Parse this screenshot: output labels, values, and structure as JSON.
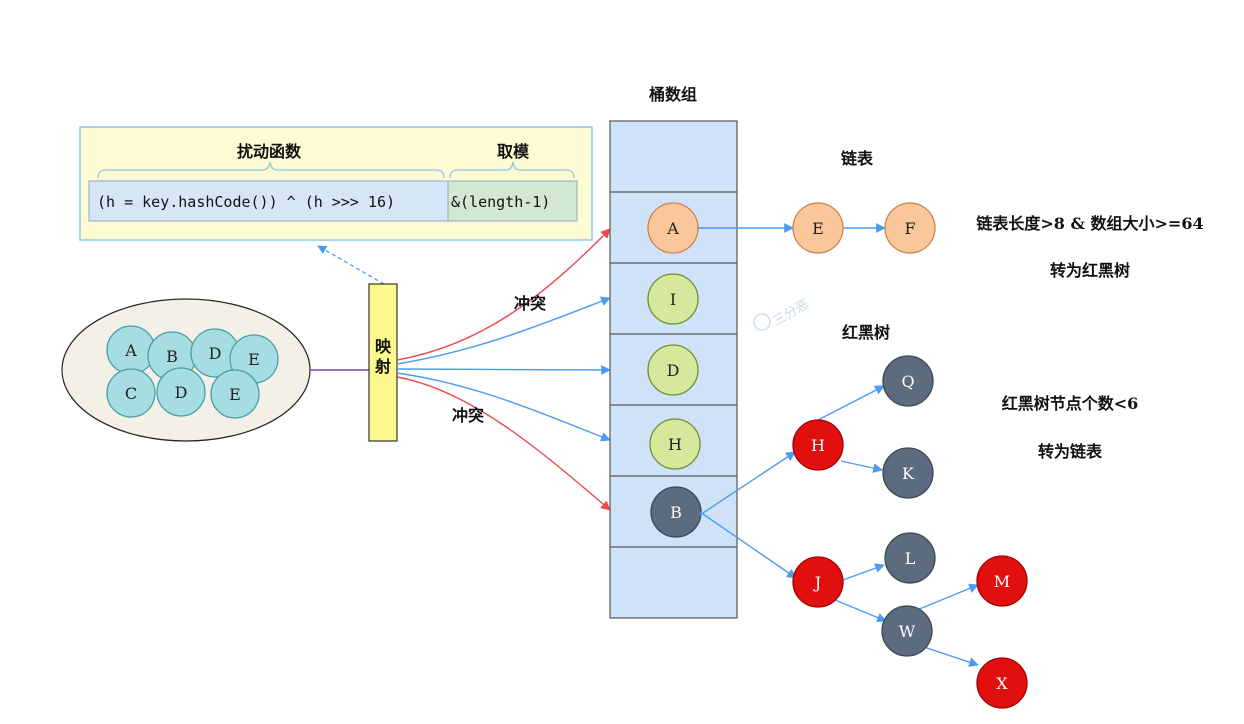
{
  "labels": {
    "bucket_array": "桶数组",
    "linked_list": "链表",
    "red_black_tree": "红黑树",
    "conflict_top": "冲突",
    "conflict_bottom": "冲突",
    "mapping": "映射",
    "treeify_line1": "链表长度>8 & 数组大小>=64",
    "treeify_line2": "转为红黑树",
    "untreeify_line1": "红黑树节点个数<6",
    "untreeify_line2": "转为链表",
    "watermark": "三分恶"
  },
  "hash_box": {
    "perturb_label": "扰动函数",
    "modulo_label": "取模",
    "perturb_formula": "(h = key.hashCode()) ^ (h >>> 16)",
    "modulo_formula": "&(length-1)"
  },
  "key_set": [
    "A",
    "B",
    "D",
    "E",
    "C",
    "D",
    "E"
  ],
  "buckets": [
    "A",
    "I",
    "D",
    "H",
    "B"
  ],
  "list_nodes": [
    "E",
    "F"
  ],
  "tree_nodes": {
    "H": "H",
    "Q": "Q",
    "K": "K",
    "J": "J",
    "L": "L",
    "W": "W",
    "M": "M",
    "X": "X"
  },
  "colors": {
    "bucket_fill": "#cfe2f8",
    "orange_node": "#f9c79a",
    "green_node": "#d5e89c",
    "dark_node": "#5c6b7e",
    "red_node": "#e20f0f",
    "teal_node": "#a5dde2",
    "red_arrow": "#f0484f",
    "blue_arrow": "#4b9bf0",
    "hash_box_fill": "#fdfbd3",
    "mapping_fill": "#fdf98d"
  }
}
